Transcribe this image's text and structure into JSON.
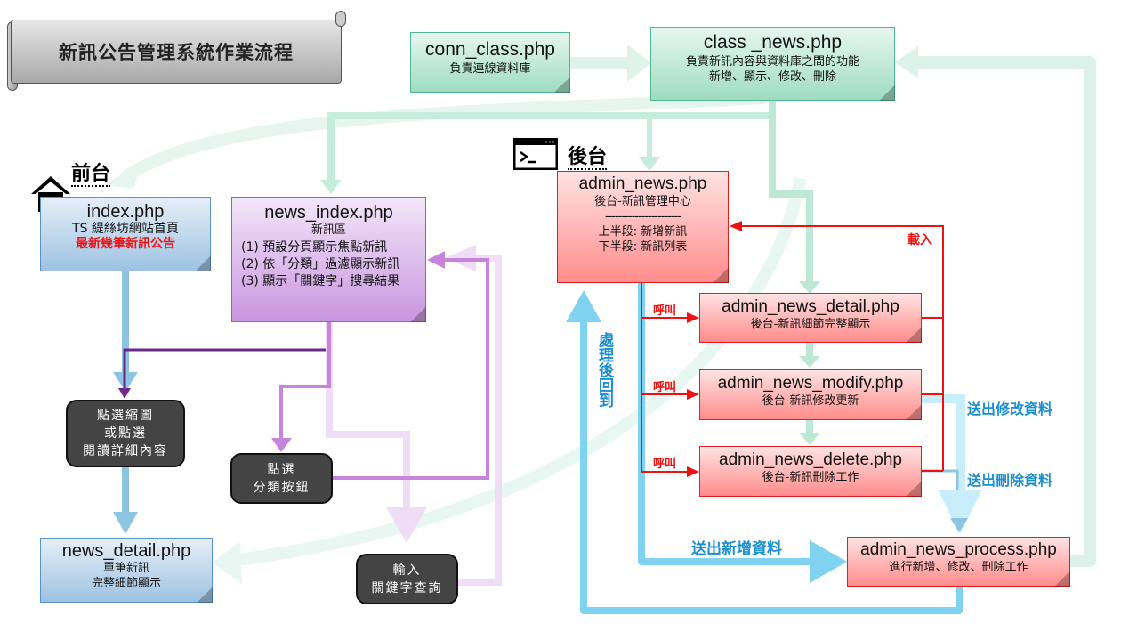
{
  "title": "新訊公告管理系統作業流程",
  "colors": {
    "green_wire": "#bfe8d8",
    "blue_wire": "#7fd3f0",
    "red_wire": "#ee1111",
    "purple_wire": "#c884dc",
    "dark_purple_wire": "#6a2a8a",
    "label_blue": "#1a8fd0",
    "label_red": "#ee1111"
  },
  "sections": {
    "frontend": "前台",
    "backend": "後台"
  },
  "nodes": {
    "conn_class": {
      "title": "conn_class.php",
      "lines": [
        "負責連線資料庫"
      ]
    },
    "class_news": {
      "title": "class _news.php",
      "lines": [
        "負責新訊內容與資料庫之間的功能",
        "新增、顯示、修改、刪除"
      ]
    },
    "index": {
      "title": "index.php",
      "lines": [
        "TS 緹絲坊網站首頁"
      ],
      "highlight": "最新幾筆新訊公告"
    },
    "news_index": {
      "title": "news_index.php",
      "subtitle": "新訊區",
      "lines": [
        "(1) 預設分頁顯示焦點新訊",
        "(2) 依「分類」過濾顯示新訊",
        "(3) 顯示「關鍵字」搜尋結果"
      ]
    },
    "news_detail": {
      "title": "news_detail.php",
      "lines": [
        "單筆新訊",
        "完整細節顯示"
      ]
    },
    "admin_news": {
      "title": "admin_news.php",
      "subtitle": "後台-新訊管理中心",
      "divider": "-----------------------",
      "lines": [
        "上半段: 新增新訊",
        "下半段: 新訊列表"
      ]
    },
    "admin_news_detail": {
      "title": "admin_news_detail.php",
      "lines": [
        "後台-新訊細節完整顯示"
      ]
    },
    "admin_news_modify": {
      "title": "admin_news_modify.php",
      "lines": [
        "後台-新訊修改更新"
      ]
    },
    "admin_news_delete": {
      "title": "admin_news_delete.php",
      "lines": [
        "後台-新訊刪除工作"
      ]
    },
    "admin_news_process": {
      "title": "admin_news_process.php",
      "lines": [
        "進行新增、修改、刪除工作"
      ]
    }
  },
  "actions": {
    "click_thumb": [
      "點選縮圖",
      "或點選",
      "閱讀詳細內容"
    ],
    "click_category": [
      "點選",
      "分類按鈕"
    ],
    "input_keyword": [
      "輸入",
      "關鍵字查詢"
    ]
  },
  "labels": {
    "call": "呼叫",
    "load": "載入",
    "send_modify": "送出修改資料",
    "send_delete": "送出刪除資料",
    "send_add": "送出新增資料",
    "return_after": "處理後回到"
  },
  "icons": {
    "home": "home-icon",
    "terminal": "terminal-icon"
  }
}
